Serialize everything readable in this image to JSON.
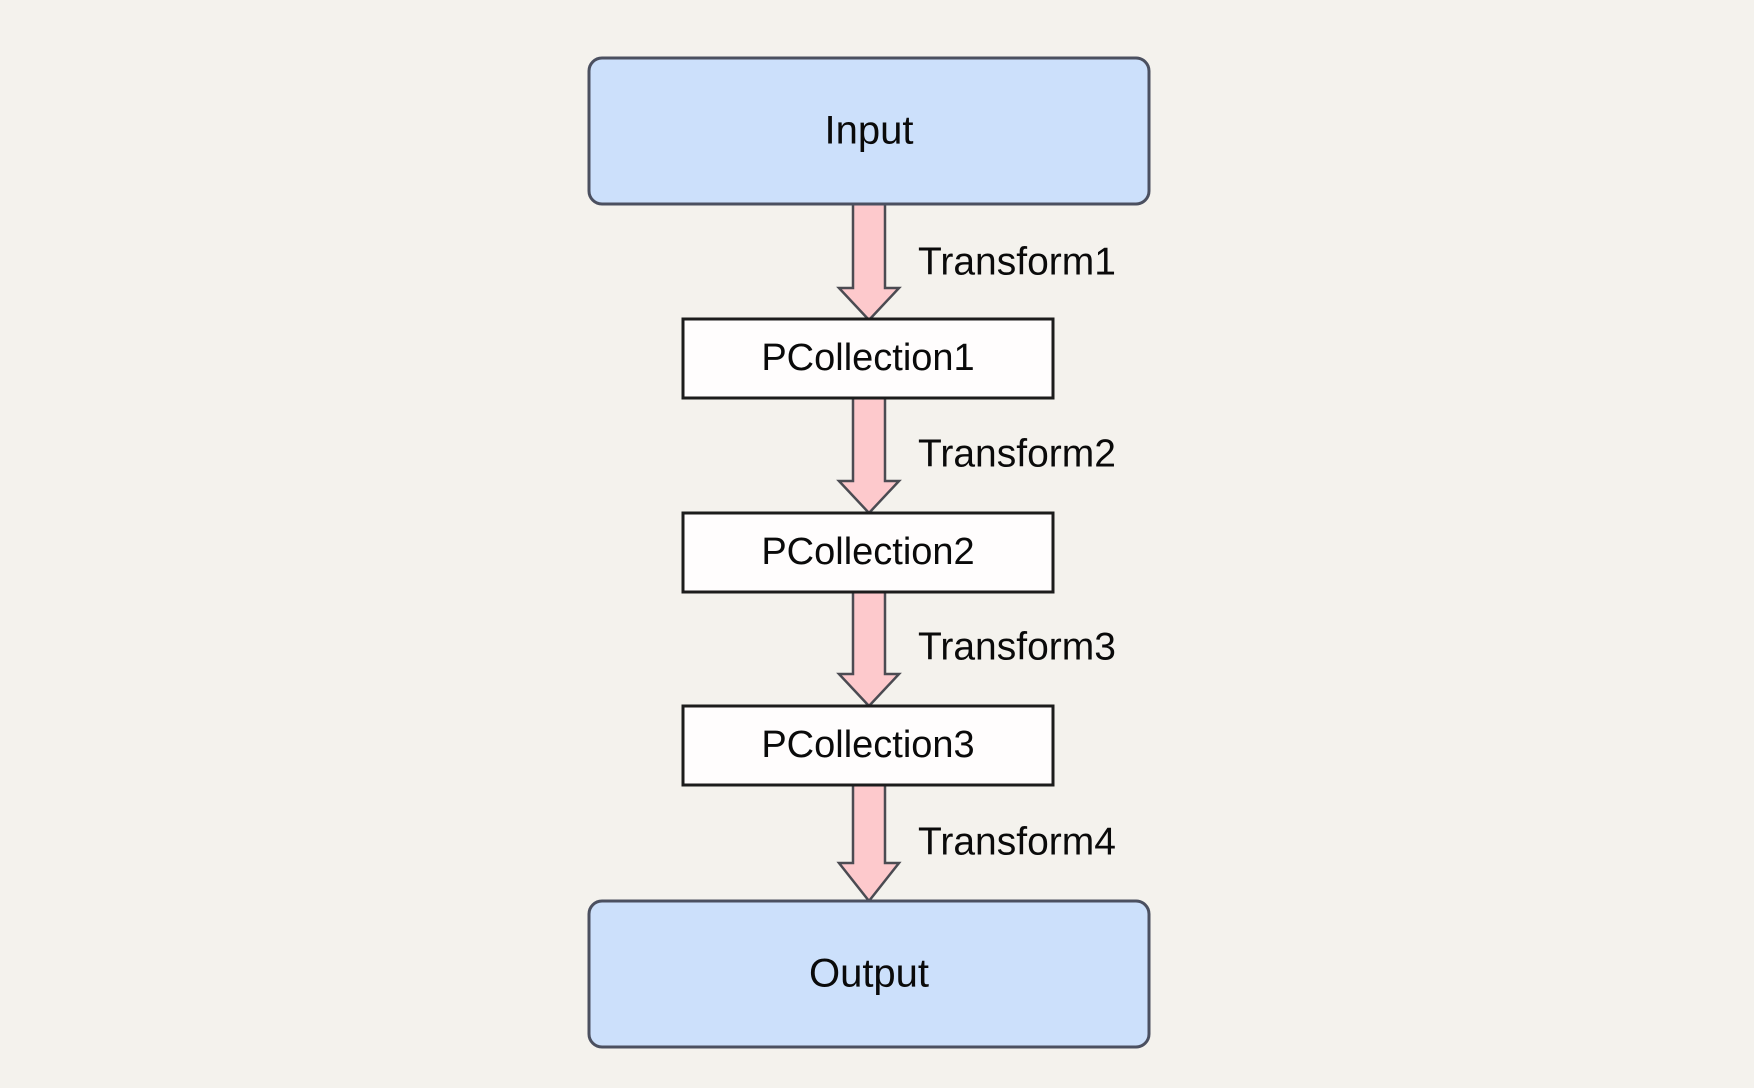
{
  "diagram": {
    "title": "Apache Beam pipeline flow",
    "background_color": "#f4f2ed",
    "terminal_fill": "#cce0fb",
    "terminal_stroke": "#4b5060",
    "pcollection_fill": "#ffffff",
    "pcollection_stroke": "#1c1c1c",
    "arrow_fill": "#fdc9cc",
    "arrow_stroke": "#4b4b52",
    "text_color": "#0a0a0a",
    "nodes": [
      {
        "id": "input",
        "label": "Input",
        "shape": "rounded-rect",
        "kind": "terminal"
      },
      {
        "id": "pcollection1",
        "label": "PCollection1",
        "shape": "rect",
        "kind": "pcollection"
      },
      {
        "id": "pcollection2",
        "label": "PCollection2",
        "shape": "rect",
        "kind": "pcollection"
      },
      {
        "id": "pcollection3",
        "label": "PCollection3",
        "shape": "rect",
        "kind": "pcollection"
      },
      {
        "id": "output",
        "label": "Output",
        "shape": "rounded-rect",
        "kind": "terminal"
      }
    ],
    "edges": [
      {
        "id": "edge1",
        "label": "Transform1",
        "from": "input",
        "to": "pcollection1"
      },
      {
        "id": "edge2",
        "label": "Transform2",
        "from": "pcollection1",
        "to": "pcollection2"
      },
      {
        "id": "edge3",
        "label": "Transform3",
        "from": "pcollection2",
        "to": "pcollection3"
      },
      {
        "id": "edge4",
        "label": "Transform4",
        "from": "pcollection3",
        "to": "output"
      }
    ]
  }
}
